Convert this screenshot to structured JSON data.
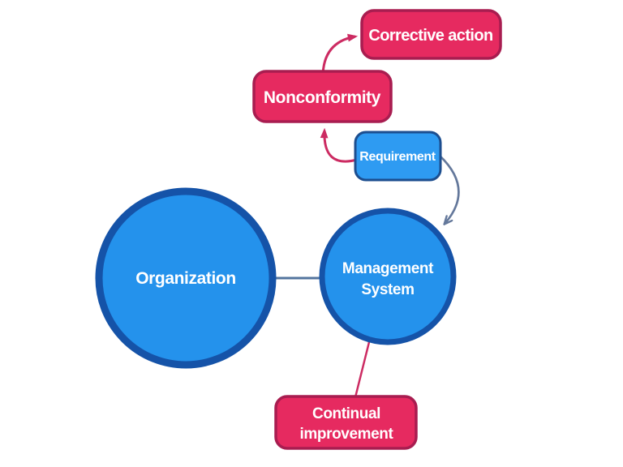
{
  "colors": {
    "background": "#FFFFFF",
    "label_text": "#FFFFFF",
    "pink_fill": "#E62A60",
    "pink_border": "#A81D50",
    "pink_edge": "#CC2B62",
    "blue_circle_fill": "#2492EC",
    "blue_circle_border": "#1553A8",
    "blue_box_fill": "#2E9BF2",
    "blue_box_border": "#1C4E8F",
    "slate_connector": "#53749E",
    "slate_edge": "#64789B"
  },
  "nodes": {
    "corrective_action": {
      "label": "Corrective action",
      "shape": "rounded-box",
      "color": "pink"
    },
    "nonconformity": {
      "label": "Nonconformity",
      "shape": "rounded-box",
      "color": "pink"
    },
    "requirement": {
      "label": "Requirement",
      "shape": "rounded-box",
      "color": "blue"
    },
    "organization": {
      "label": "Organization",
      "shape": "circle",
      "color": "blue"
    },
    "management_system": {
      "label": "Management System",
      "line1": "Management",
      "line2": "System",
      "shape": "circle",
      "color": "blue"
    },
    "continual_improvement": {
      "label": "Continual improvement",
      "line1": "Continual",
      "line2": "improvement",
      "shape": "rounded-box",
      "color": "pink"
    }
  },
  "edges": [
    {
      "from": "nonconformity",
      "to": "corrective_action",
      "type": "curved-arrow",
      "color": "pink"
    },
    {
      "from": "requirement",
      "to": "nonconformity",
      "type": "curved-arrow",
      "color": "pink"
    },
    {
      "from": "requirement",
      "to": "management_system",
      "type": "curved-arrow",
      "color": "slate"
    },
    {
      "from": "organization",
      "to": "management_system",
      "type": "straight-line",
      "color": "slate"
    },
    {
      "from": "management_system",
      "to": "continual_improvement",
      "type": "straight-line",
      "color": "pink"
    }
  ]
}
